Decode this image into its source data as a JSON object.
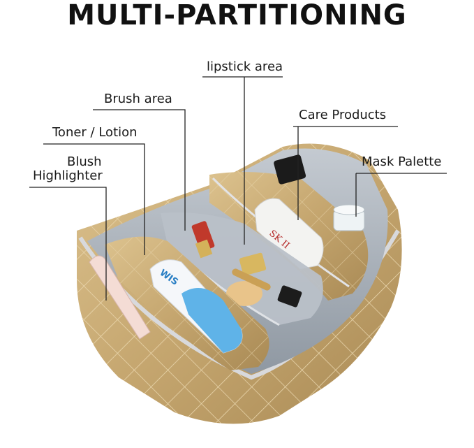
{
  "title": "MULTI-PARTITIONING",
  "labels": {
    "lipstick": "lipstick area",
    "brush": "Brush area",
    "care": "Care Products",
    "toner": "Toner / Lotion",
    "mask": "Mask Palette",
    "blush_line1": "Blush",
    "blush_line2": "Highlighter"
  },
  "product_text": {
    "skii": "SK II",
    "wis": "WIS"
  },
  "colors": {
    "bag_gold": "#c9ad78",
    "lining_grey": "#a9b0b8",
    "leader_line": "#222222"
  }
}
